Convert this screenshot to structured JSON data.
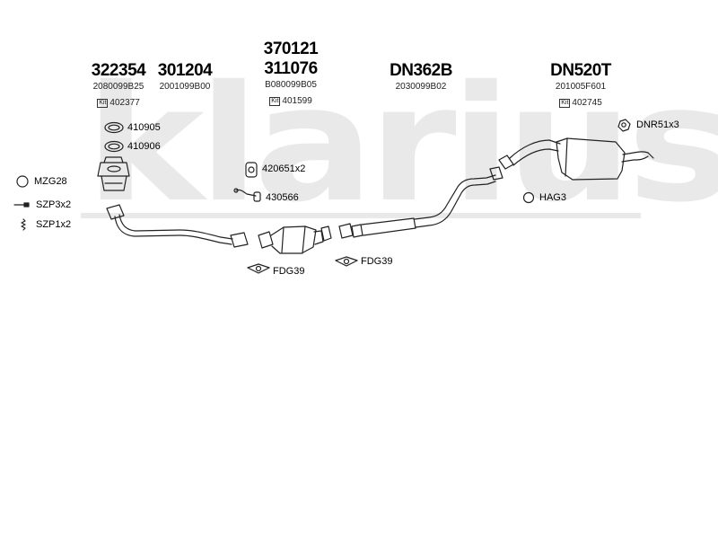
{
  "brand": {
    "watermark": "klarius"
  },
  "headers": [
    {
      "part_numbers": [
        "322354"
      ],
      "code": "2080099B25",
      "kit": "402377"
    },
    {
      "part_numbers": [
        "301204"
      ],
      "code": "2001099B00"
    },
    {
      "part_numbers": [
        "370121",
        "311076"
      ],
      "code": "B080099B05",
      "kit": "401599"
    },
    {
      "part_numbers": [
        "DN362B"
      ],
      "code": "2030099B02"
    },
    {
      "part_numbers": [
        "DN520T"
      ],
      "code": "201005F601",
      "kit": "402745"
    }
  ],
  "kit_badge": "Kit",
  "labels": {
    "gasket_1": "410905",
    "gasket_2": "410906",
    "clamp": "MZG28",
    "bolt": "SZP3x2",
    "spring": "SZP1x2",
    "mount": "420651x2",
    "sensor": "430566",
    "flange_gasket_1": "FDG39",
    "flange_gasket_2": "FDG39",
    "hanger": "HAG3",
    "rubber_mount": "DNR51x3"
  }
}
